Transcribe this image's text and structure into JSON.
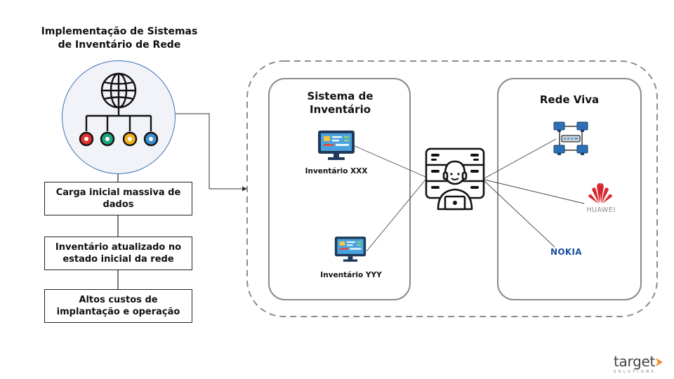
{
  "title": "Implementação de Sistemas de Inventário de Rede",
  "title_lines": [
    "Implementação de Sistemas",
    "de Inventário de Rede"
  ],
  "left_boxes": [
    {
      "text_lines": [
        "Carga inicial massiva de",
        "dados"
      ]
    },
    {
      "text_lines": [
        "Inventário atualizado no",
        "estado inicial da rede"
      ]
    },
    {
      "text_lines": [
        "Altos custos de",
        "implantação e operação"
      ]
    }
  ],
  "inventory_system": {
    "title_lines": [
      "Sistema de",
      "Inventário"
    ],
    "items": [
      {
        "label": "Inventário XXX",
        "icon": "monitor-dashboard-icon"
      },
      {
        "label": "Inventário YYY",
        "icon": "monitor-dashboard-icon"
      }
    ]
  },
  "center_icon": "server-operator-icon",
  "live_network": {
    "title": "Rede Viva",
    "items": [
      {
        "icon": "network-topology-icon"
      },
      {
        "icon": "huawei-logo",
        "label": "HUAWEI"
      },
      {
        "icon": "nokia-logo",
        "label": "NOKIA"
      }
    ]
  },
  "brand": {
    "name": "target",
    "tagline": "SOLUTIONS"
  },
  "colors": {
    "accent_blue": "#3d6fb6",
    "red": "#e0312e",
    "green": "#1fa37a",
    "yellow": "#f3b21a",
    "huawei_red": "#d7282f",
    "nokia_blue": "#1a4fa0",
    "brand_orange": "#f08a24"
  }
}
